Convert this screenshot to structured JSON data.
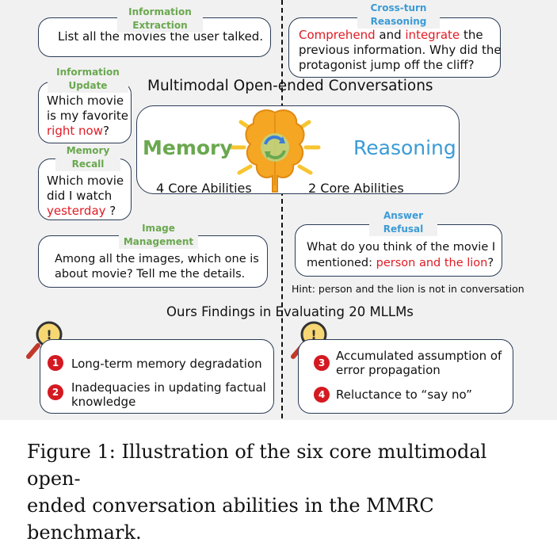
{
  "top_left_box": {
    "label_line1": "Information",
    "label_line2": "Extraction",
    "text": "List all the movies the user talked."
  },
  "top_right_box": {
    "label_line1": "Cross-turn",
    "label_line2": "Reasoning",
    "word1": "Comprehend",
    "and": " and ",
    "word2": "integrate",
    "line1_tail": " the",
    "line2": "previous information. Why did the",
    "line3": "protagonist jump off the cliff?"
  },
  "info_update_box": {
    "label_line1": "Information",
    "label_line2": "Update",
    "line1": "Which movie",
    "line2": "is my favorite",
    "highlight": "right now",
    "tail": "?"
  },
  "memory_recall_box": {
    "label_line1": "Memory",
    "label_line2": "Recall",
    "line1": "Which movie",
    "line2": "did I watch",
    "highlight": "yesterday",
    "tail": " ?"
  },
  "center": {
    "title": "Multimodal Open-ended Conversations",
    "memory": "Memory",
    "reasoning": "Reasoning",
    "memory_sub": "4 Core Abilities",
    "reasoning_sub": "2 Core Abilities"
  },
  "image_box": {
    "label_line1": "Image",
    "label_line2": "Management",
    "line1": "Among all the images, which one is",
    "line2": "about movie? Tell me the details."
  },
  "refusal_box": {
    "label_line1": "Answer",
    "label_line2": "Refusal",
    "line1": "What do you think of the movie I",
    "line2_start": "mentioned: ",
    "highlight": "person and the lion",
    "tail": "?",
    "hint": "Hint: person and the lion is not in conversation"
  },
  "findings": {
    "title": "Ours Findings in Evaluating 20 MLLMs",
    "left": [
      {
        "num": "1",
        "line1": "Long-term memory degradation",
        "line2": ""
      },
      {
        "num": "2",
        "line1": "Inadequacies in updating factual",
        "line2": "knowledge"
      }
    ],
    "right": [
      {
        "num": "3",
        "line1": "Accumulated assumption of",
        "line2": "error propagation"
      },
      {
        "num": "4",
        "line1": "Reluctance to “say no”",
        "line2": ""
      }
    ]
  },
  "caption": {
    "line1": "Figure 1: Illustration of the six core multimodal open-",
    "line2": "ended conversation abilities in the MMRC benchmark."
  },
  "colors": {
    "memory": "#6aa84f",
    "reasoning": "#3b9bd6",
    "highlight": "#e01b24",
    "brain": "#f5a623"
  }
}
